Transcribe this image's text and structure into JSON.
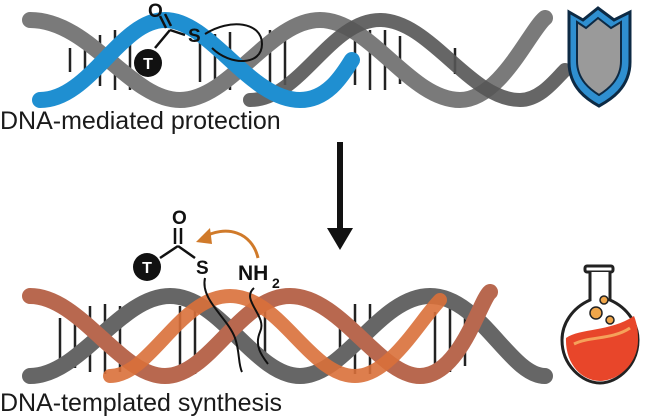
{
  "captions": {
    "top": "DNA-mediated protection",
    "bottom": "DNA-templated synthesis"
  },
  "chemistry": {
    "top_oxygen": "O",
    "top_sulfur": "S",
    "top_tag": "T",
    "bottom_oxygen": "O",
    "bottom_sulfur": "S",
    "bottom_tag": "T",
    "amine": "NH",
    "amine_subscript": "2"
  },
  "colors": {
    "strand_blue": "#1f8fd1",
    "strand_gray": "#7a7a7a",
    "strand_dark": "#555555",
    "strand_rust": "#b8684f",
    "strand_orange": "#d9703a",
    "shield_blue": "#2f8fd0",
    "shield_gray": "#9a9a9a",
    "arrow_orange": "#d07a2a",
    "flask_liquid": "#e8462a"
  },
  "icons": {
    "protection": "shield-icon",
    "synthesis": "flask-icon"
  }
}
